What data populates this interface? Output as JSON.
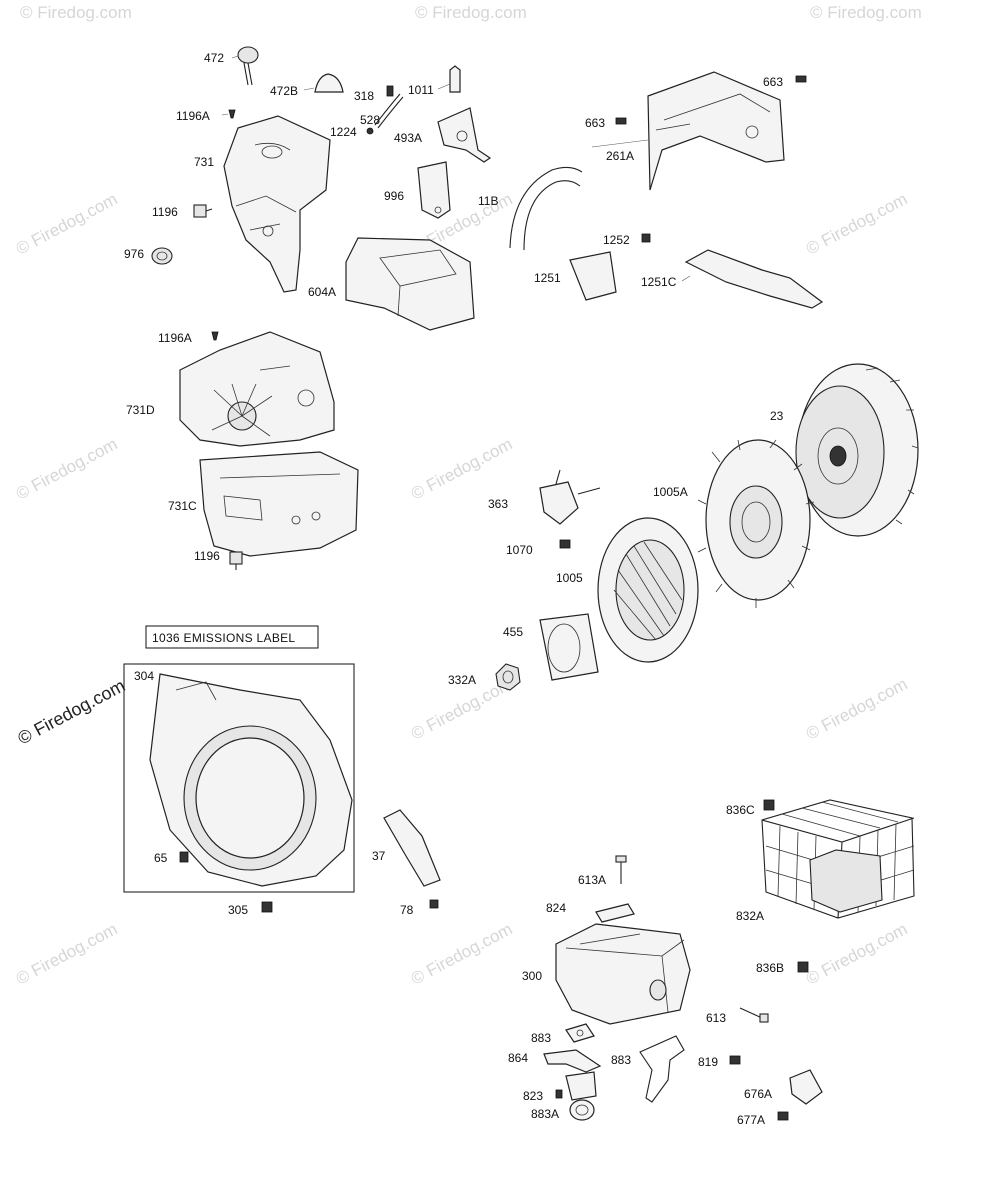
{
  "watermark": {
    "text": "© Firedog.com",
    "url_text": "Firedog.com"
  },
  "emissions_label": "1036 EMISSIONS LABEL",
  "parts": {
    "p472": "472",
    "p472B": "472B",
    "p318": "318",
    "p1011": "1011",
    "p528": "528",
    "p1224": "1224",
    "p493A": "493A",
    "p1196A_top": "1196A",
    "p731": "731",
    "p1196_top": "1196",
    "p976": "976",
    "p996": "996",
    "p604A": "604A",
    "p11B": "11B",
    "p663a": "663",
    "p663b": "663",
    "p261A": "261A",
    "p1252": "1252",
    "p1251": "1251",
    "p1251C": "1251C",
    "p1196A_mid": "1196A",
    "p731D": "731D",
    "p731C": "731C",
    "p1196_mid": "1196",
    "p23": "23",
    "p1005A": "1005A",
    "p363": "363",
    "p1070": "1070",
    "p1005": "1005",
    "p455": "455",
    "p332A": "332A",
    "p304": "304",
    "p65": "65",
    "p305": "305",
    "p37": "37",
    "p78": "78",
    "p836C": "836C",
    "p832A": "832A",
    "p836B": "836B",
    "p613A": "613A",
    "p824": "824",
    "p300": "300",
    "p613": "613",
    "p883a": "883",
    "p864": "864",
    "p883b": "883",
    "p819": "819",
    "p823": "823",
    "p883A": "883A",
    "p676A": "676A",
    "p677A": "677A"
  }
}
